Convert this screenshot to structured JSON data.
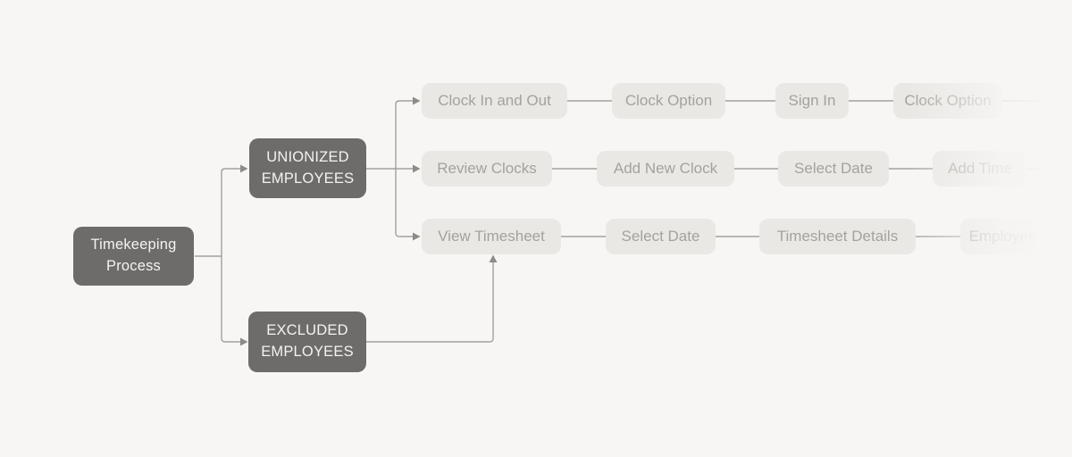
{
  "palette": {
    "canvas_background": "#f7f6f4",
    "dark_node_bg": "#6e6c6a",
    "dark_node_text": "#f4f3f1",
    "light_node_bg": "#eae8e5",
    "light_node_text": "#a5a29d",
    "connector_line": "#a3a19d",
    "arrowhead": "#8d8b87"
  },
  "nodes": {
    "root": "Timekeeping Process",
    "branch_top": "UNIONIZED EMPLOYEES",
    "branch_bottom": "EXCLUDED EMPLOYEES"
  },
  "flows": [
    {
      "name": "clock-in-flow",
      "steps": [
        "Clock In and Out",
        "Clock Option",
        "Sign In",
        "Clock Option"
      ]
    },
    {
      "name": "review-clocks-flow",
      "steps": [
        "Review Clocks",
        "Add New Clock",
        "Select Date",
        "Add Time"
      ]
    },
    {
      "name": "view-timesheet-flow",
      "steps": [
        "View Timesheet",
        "Select Date",
        "Timesheet Details",
        "Employee Name"
      ]
    }
  ]
}
